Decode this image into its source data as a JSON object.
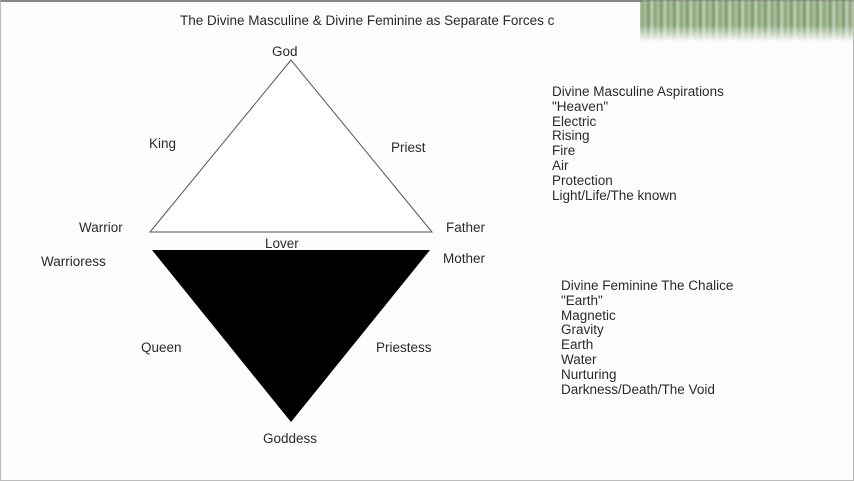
{
  "title": "The Divine Masculine & Divine Feminine as Separate Forces c",
  "diagram": {
    "upper": {
      "top": "God",
      "left": "King",
      "right": "Priest",
      "bottom_left": "Warrior",
      "bottom_right": "Father",
      "bottom": "Lover"
    },
    "lower": {
      "top_left": "Warrioress",
      "top_right": "Mother",
      "left": "Queen",
      "right": "Priestess",
      "bottom": "Goddess"
    }
  },
  "masculine": {
    "heading": "Divine Masculine Aspirations",
    "items": [
      "\"Heaven\"",
      "Electric",
      "Rising",
      "Fire",
      "Air",
      "Protection",
      "Light/Life/The known"
    ]
  },
  "feminine": {
    "heading": "Divine Feminine The Chalice",
    "items": [
      "\"Earth\"",
      "Magnetic",
      "Gravity",
      "Earth",
      "Water",
      "Nurturing",
      "Darkness/Death/The Void"
    ]
  }
}
